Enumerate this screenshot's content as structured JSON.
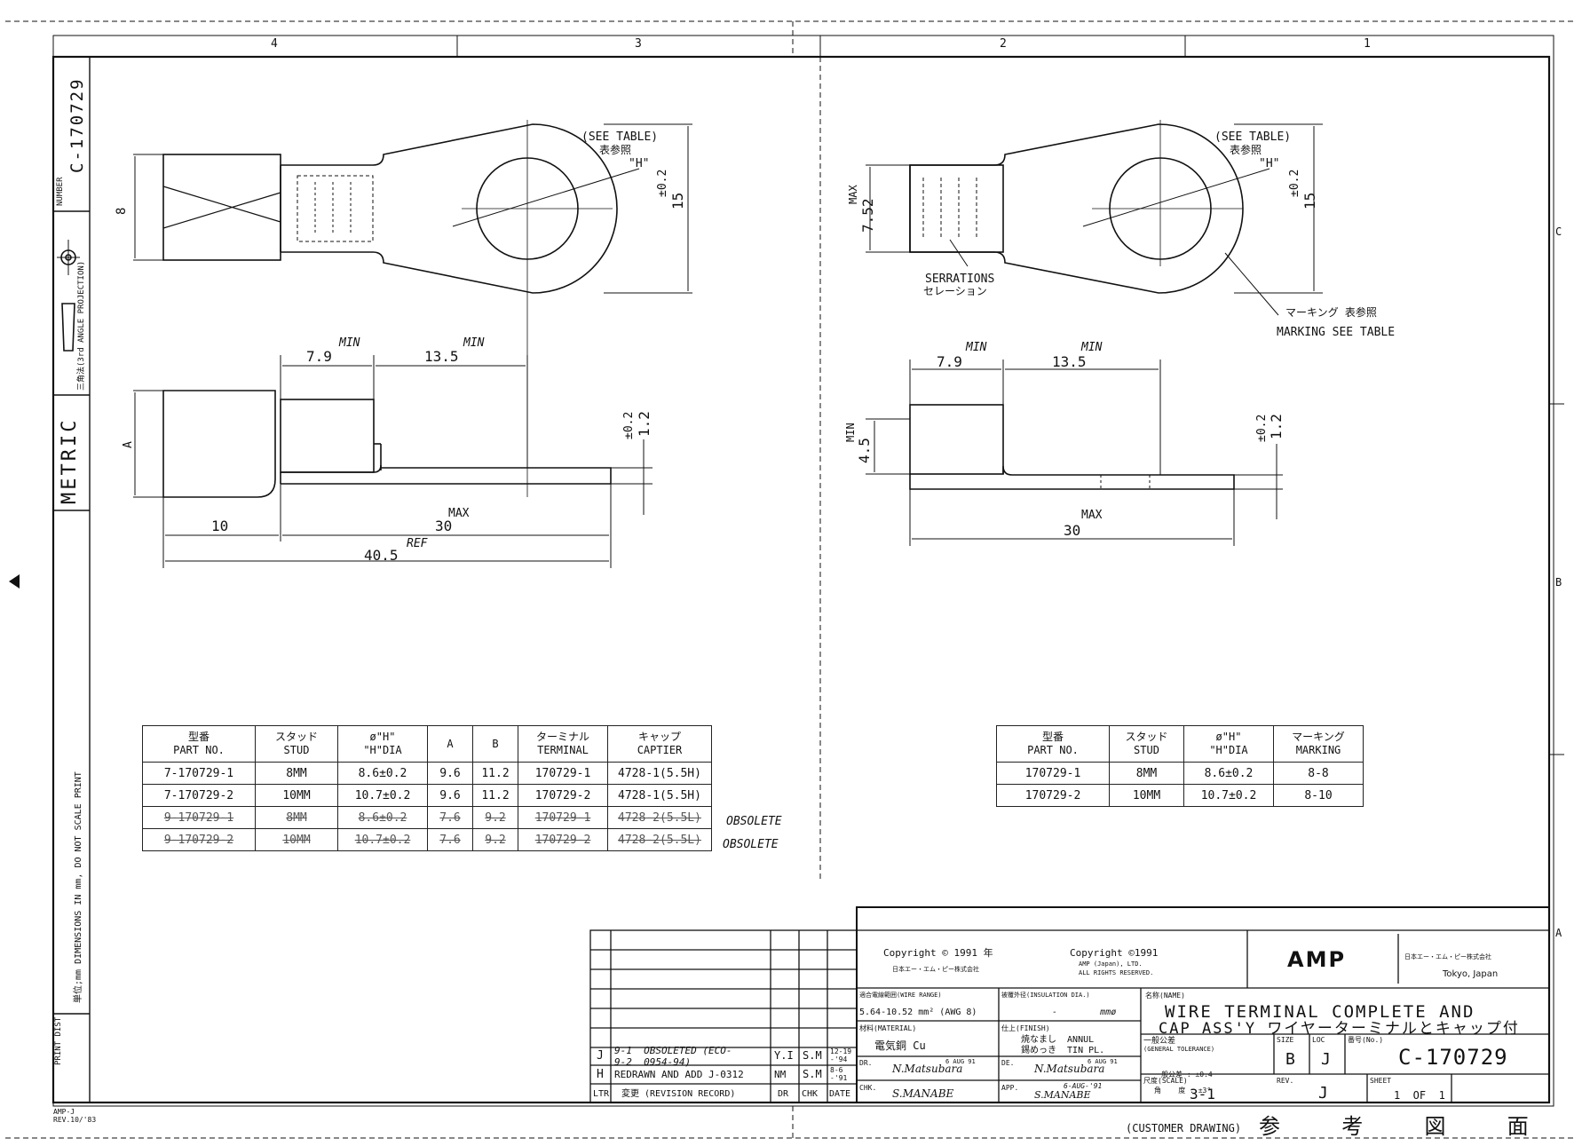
{
  "zones": {
    "cols": [
      "4",
      "3",
      "2",
      "1"
    ],
    "rows": [
      "C",
      "B",
      "A"
    ]
  },
  "sidebar": {
    "number_label": "NUMBER",
    "number": "C-170729",
    "projection": "三角法(3rd ANGLE PROJECTION)",
    "metric": "METRIC",
    "note": "単位;mm DIMENSIONS IN mm, DO NOT SCALE PRINT",
    "print_dist": "PRINT DIST",
    "form": "AMP-J",
    "form_rev": "REV.10/'83"
  },
  "left_view": {
    "see_table": "(SEE TABLE)",
    "see_table_jp": "表参照",
    "h_label": "\"H\"",
    "dim_8": "8",
    "dim_15": "15",
    "tol_02": "±0.2",
    "min1": "MIN",
    "dim_79": "7.9",
    "min2": "MIN",
    "dim_135": "13.5",
    "dim_a": "A",
    "tol_02b": "±0.2",
    "dim_12": "1.2",
    "dim_10": "10",
    "max": "MAX",
    "dim_30": "30",
    "ref": "REF",
    "dim_405": "40.5"
  },
  "right_view": {
    "see_table": "(SEE TABLE)",
    "see_table_jp": "表参照",
    "h_label": "\"H\"",
    "max": "MAX",
    "dim_752": "7.52",
    "dim_15": "15",
    "tol_02": "±0.2",
    "serrations": "SERRATIONS",
    "serrations_jp": "セレーション",
    "marking_jp": "マーキング 表参照",
    "marking": "MARKING SEE TABLE",
    "min1": "MIN",
    "dim_79": "7.9",
    "min2": "MIN",
    "dim_135": "13.5",
    "min3": "MIN",
    "dim_45": "4.5",
    "tol_02b": "±0.2",
    "dim_12": "1.2",
    "max2": "MAX",
    "dim_30": "30"
  },
  "table_left": {
    "headers": [
      {
        "jp": "型番",
        "en": "PART NO."
      },
      {
        "jp": "スタッド",
        "en": "STUD"
      },
      {
        "jp": "ø\"H\"",
        "en": "\"H\"DIA"
      },
      {
        "jp": "",
        "en": "A"
      },
      {
        "jp": "",
        "en": "B"
      },
      {
        "jp": "ターミナル",
        "en": "TERMINAL"
      },
      {
        "jp": "キャップ",
        "en": "CAPTIER"
      }
    ],
    "rows": [
      [
        "7-170729-1",
        "8MM",
        "8.6±0.2",
        "9.6",
        "11.2",
        "170729-1",
        "4728-1(5.5H)"
      ],
      [
        "7-170729-2",
        "10MM",
        "10.7±0.2",
        "9.6",
        "11.2",
        "170729-2",
        "4728-1(5.5H)"
      ],
      [
        "9-170729-1",
        "8MM",
        "8.6±0.2",
        "7.6",
        "9.2",
        "170729-1",
        "4728-2(5.5L)"
      ],
      [
        "9-170729-2",
        "10MM",
        "10.7±0.2",
        "7.6",
        "9.2",
        "170729-2",
        "4728-2(5.5L)"
      ]
    ],
    "obsolete": "OBSOLETE"
  },
  "table_right": {
    "headers": [
      {
        "jp": "型番",
        "en": "PART NO."
      },
      {
        "jp": "スタッド",
        "en": "STUD"
      },
      {
        "jp": "ø\"H\"",
        "en": "\"H\"DIA"
      },
      {
        "jp": "マーキング",
        "en": "MARKING"
      }
    ],
    "rows": [
      [
        "170729-1",
        "8MM",
        "8.6±0.2",
        "8-8"
      ],
      [
        "170729-2",
        "10MM",
        "10.7±0.2",
        "8-10"
      ]
    ]
  },
  "revisions": {
    "rows": [
      {
        "ltr": "J",
        "record": "9-1  OBSOLETED (ECO-\n9-2  0954-94)",
        "dr": "Y.I",
        "chk": "S.M",
        "date": "12-19\n-'94"
      },
      {
        "ltr": "H",
        "record": "REDRAWN AND ADD J-0312",
        "dr": "NM",
        "chk": "S.M",
        "date": "8-6\n-'91"
      }
    ],
    "headers": {
      "ltr": "LTR",
      "record": "変更 (REVISION RECORD)",
      "dr": "DR",
      "chk": "CHK",
      "date": "DATE"
    }
  },
  "title_block": {
    "copyright1": "Copyright © 1991 年",
    "copyright1_jp": "日本エー・エム・ピー株式会社",
    "copyright2": "Copyright ©1991",
    "copyright2_sub1": "AMP (Japan), LTD.",
    "copyright2_sub2": "ALL RIGHTS RESERVED.",
    "logo": "AMP",
    "company_jp": "日本エー・エム・ピー株式会社",
    "city": "Tokyo, Japan",
    "wire_range_label": "適合電線範囲(WIRE RANGE)",
    "wire_range": "5.64-10.52 mm² (AWG 8)",
    "insulation_label": "被覆外径(INSULATION DIA.)",
    "insulation": "-        mmø",
    "material_label": "材料(MATERIAL)",
    "material": "電気銅  Cu",
    "finish_label": "仕上(FINISH)",
    "finish": "焼なまし  ANNUL",
    "finish2": "錫めっき  TIN PL.",
    "name_label": "名称(NAME)",
    "name1": "WIRE TERMINAL COMPLETE AND",
    "name2": "CAP ASS'Y ワイヤーターミナルとキャップ付",
    "tol_label": "一般公差",
    "tol_label_en": "(GENERAL TOLERANCE)",
    "tol1": "一般公差 : ±0.4",
    "tol2": "角    度 : ±3°",
    "size_label": "SIZE",
    "size": "B",
    "loc_label": "LOC",
    "loc": "J",
    "no_label": "番号(No.)",
    "no": "C-170729",
    "dr_label": "DR.",
    "dr": "N.Matsubara",
    "dr_date": "6 AUG 91",
    "de_label": "DE.",
    "de": "N.Matsubara",
    "de_date": "6 AUG 91",
    "chk_label": "CHK.",
    "chk": "S.MANABE",
    "app_label": "APP.",
    "app": "S.MANABE",
    "app_date": "6-AUG-'91",
    "scale_label": "尺度(SCALE)",
    "scale": "3-1",
    "rev_label": "REV.",
    "rev": "J",
    "sheet_label": "SHEET",
    "sheet": "1  OF  1",
    "customer": "(CUSTOMER DRAWING)",
    "customer_jp": "参  考  図  面"
  }
}
